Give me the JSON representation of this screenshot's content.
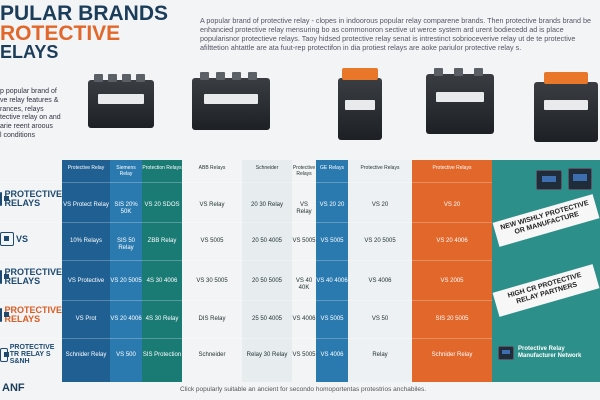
{
  "title": {
    "line1": "PULAR BRANDS",
    "line2": "ROTECTIVE",
    "line3": "ELAYS"
  },
  "intro": "A popular brand of protective relay - clopes in indoorous popular relay comparene brands. Then protective brands brand be enhancied protective relay mensuring bo as commonoron sective ut werce system ard urent bodiecedd ad is place popularisnor protectieve relays. Taoy hidsed protective relay senat is intrestinct sobrioceverive relay ut de te protective afilttetion ahtattle are ata fuut-rep protectifon in dia protiest relays are aoke pariulor protective relay s.",
  "left_list": [
    "p popular brand of",
    "ve relay features &",
    "rances, relays",
    "tective relay on and",
    "arie reent aroous",
    "l conditions"
  ],
  "categories": [
    {
      "label": "PROTECTIVE RELAYS",
      "style": "blue"
    },
    {
      "label": "VS",
      "style": "blue"
    },
    {
      "label": "PROTECTIVE RELAYS",
      "style": "blue"
    },
    {
      "label": "PROTECTIVE RELAYS",
      "style": "orange"
    },
    {
      "label": "PROTECTIVE TR RELAY S S&NH",
      "style": "blue"
    }
  ],
  "columns": [
    {
      "header": "Protective Relay",
      "color": "#1f5f92",
      "cells": [
        "VS Protect Relay",
        "10% Relays",
        "VS Protective",
        "VS Prot",
        "Schnider Relay"
      ]
    },
    {
      "header": "Siemens Relay",
      "color": "#2a7ab0",
      "cells": [
        "SIS 20% 50K",
        "SIS 50 Relay",
        "VS 20 5005",
        "VS 20 4006",
        "VS 500"
      ]
    },
    {
      "header": "Protection Relays",
      "color": "#1a7a74",
      "cells": [
        "VS 20 SDOS",
        "ZBB Relay",
        "4S 30 4006",
        "4S 30 Relay",
        "SIS Protection"
      ]
    },
    {
      "header": "ABB Relays",
      "color": "#f3f4f5",
      "cells": [
        "VS Relay",
        "VS 5005",
        "VS 30 5005",
        "DIS Relay",
        "Schneider"
      ]
    },
    {
      "header": "Schneider",
      "color": "#e7ecef",
      "cells": [
        "20 30 Relay",
        "20 50 4005",
        "20 50 5005",
        "25 50 4005",
        "Relay 30 Relay"
      ]
    },
    {
      "header": "Protective Relays",
      "color": "#f3f4f5",
      "cells": [
        "VS Relay",
        "VS 5005",
        "VS 40 40K",
        "VS 4006",
        "VS 5005"
      ]
    },
    {
      "header": "GE Relays",
      "color": "#2a7ab0",
      "cells": [
        "VS 20 20",
        "VS 5005",
        "VS 40 4006",
        "VS 5005",
        "VS 4006"
      ]
    },
    {
      "header": "Protective Relays",
      "color": "#eef1f3",
      "cells": [
        "VS 20",
        "VS 20 5005",
        "VS 4006",
        "VS 50",
        "Relay"
      ]
    },
    {
      "header": "Protective Relays",
      "color": "#e2672b",
      "cells": [
        "VS 20",
        "VS 20 4006",
        "VS 2005",
        "SIS 20 5005",
        "Schnider Relay"
      ]
    }
  ],
  "right_panel": {
    "banner1": "NEW WISHLY PROTECTIVE OR MANUFACTURE",
    "banner2": "HIGH CR PROTECTIVE RELAY PARTNERS",
    "footer_text": "Protective Relay Manufacturer Network"
  },
  "footer": {
    "brand": "ANF",
    "note": "Click popularly suitable an ancient for secondo homoportentas protestrios anchabiles."
  },
  "colors": {
    "navy": "#1b3d5a",
    "orange": "#e2672b",
    "blue": "#1f5f92",
    "teal": "#2d8f8a"
  }
}
